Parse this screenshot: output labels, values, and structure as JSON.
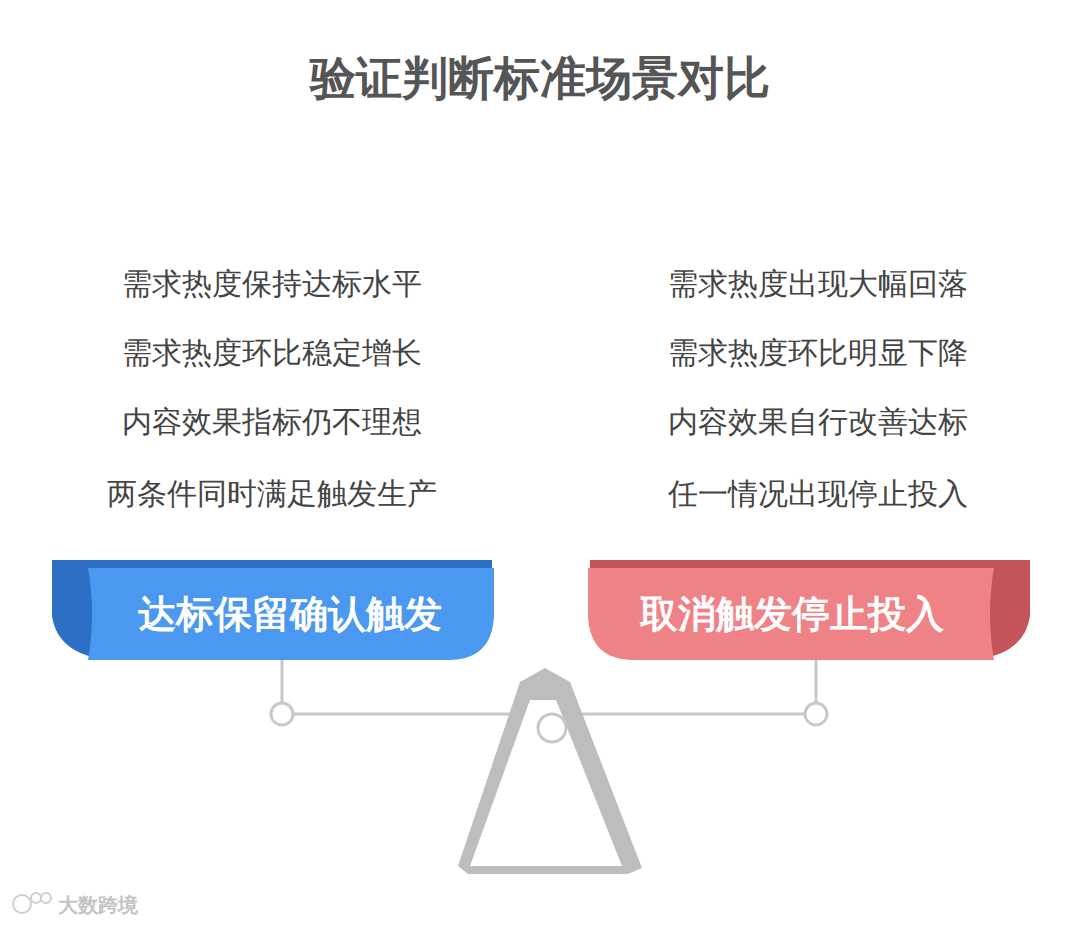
{
  "diagram": {
    "title": "验证判断标准场景对比",
    "nodes": [
      {
        "text": [
          "达标保留确认触发"
        ]
      },
      {
        "text": [
          "取消触发停止投入"
        ]
      }
    ],
    "labels": [
      "需求热度保持达标水平",
      "需求热度环比稳定增长",
      "内容效果指标仍不理想",
      "两条件同时满足触发生产",
      "需求热度出现大幅回落",
      "需求热度环比明显下降",
      "内容效果自行改善达标",
      "任一情况出现停止投入",
      "大数跨境"
    ]
  }
}
